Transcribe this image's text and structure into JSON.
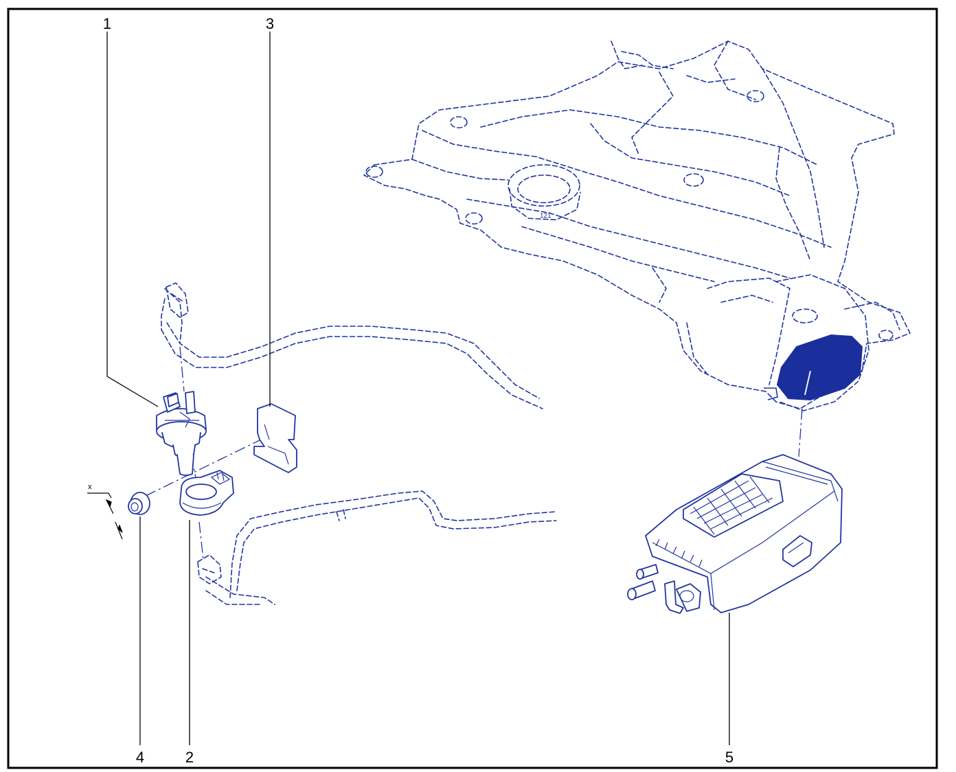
{
  "colors": {
    "line": "#2035a0",
    "fill_dark": "#1a2f9c",
    "leader": "#000000",
    "frame": "#000000"
  },
  "callouts": {
    "c1": "1",
    "c2": "2",
    "c3": "3",
    "c4": "4",
    "c5": "5"
  },
  "dimension_label": "x",
  "tank_marking": "121"
}
